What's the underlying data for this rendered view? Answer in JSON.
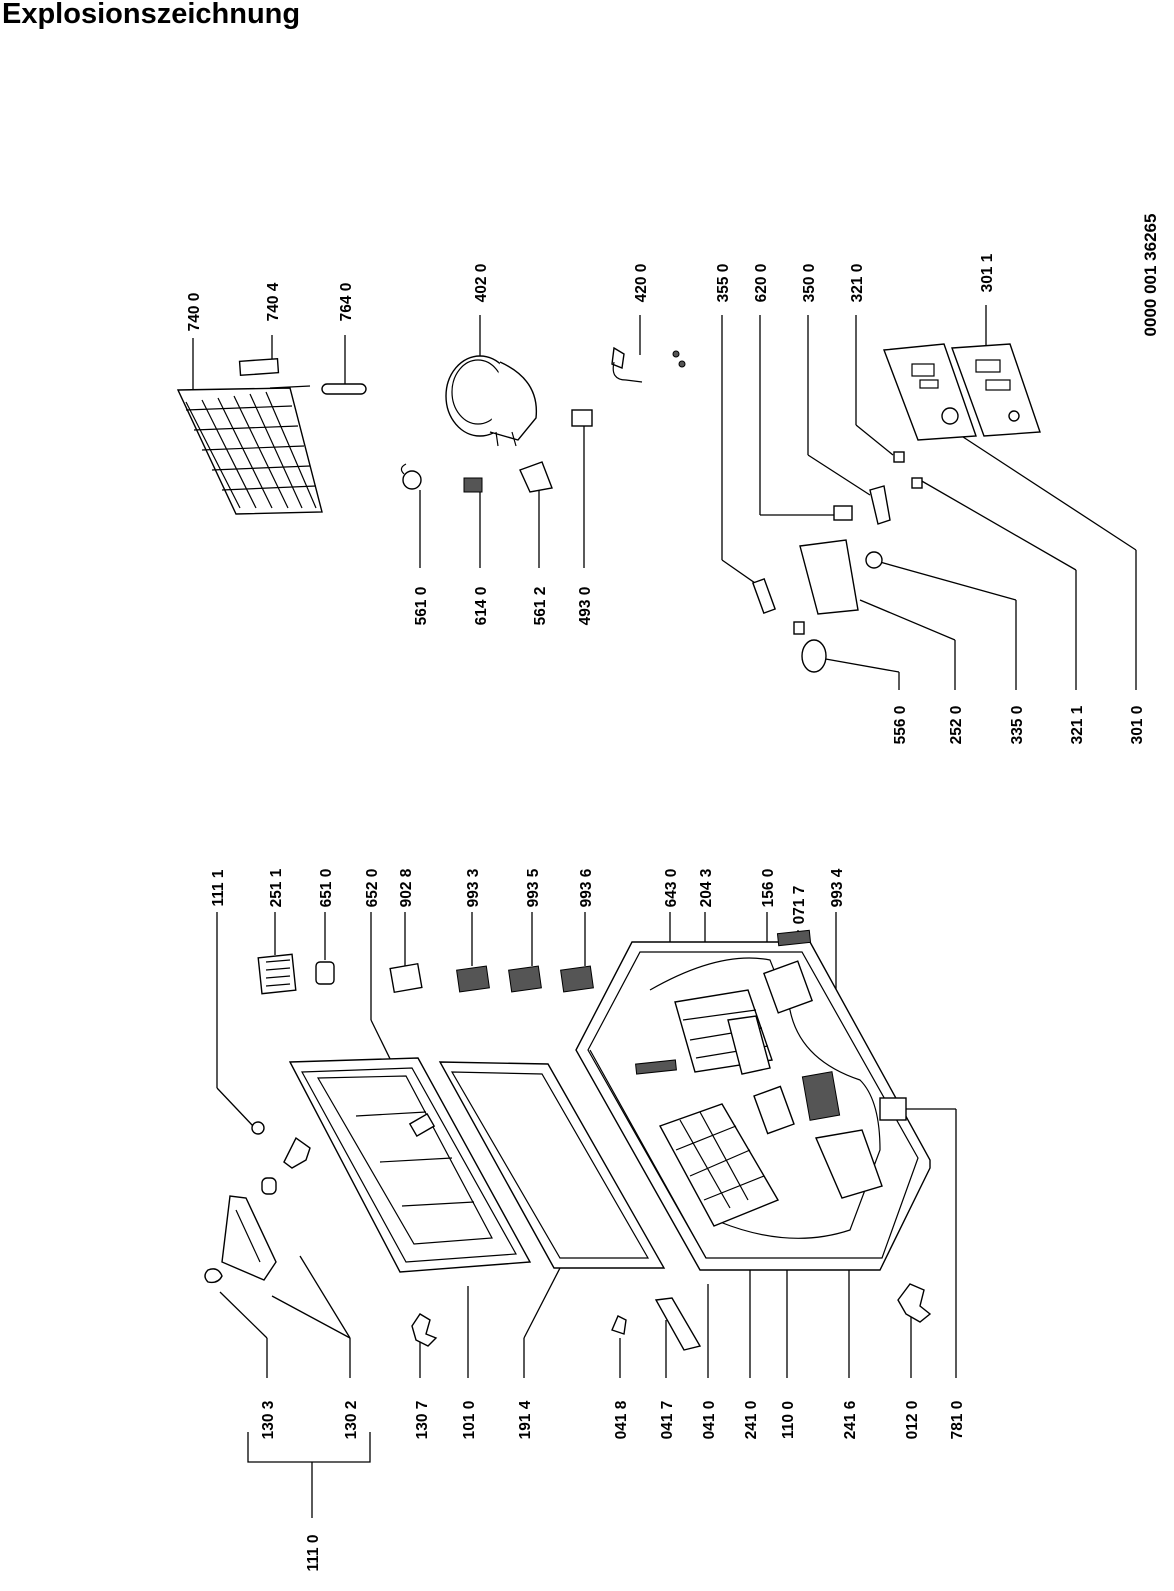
{
  "title": "Explosionszeichnung",
  "document_number": "0000 001 36265",
  "group_label": "111 0",
  "labels": {
    "l1303": "130 3",
    "l1302": "130 2",
    "l1307": "130 7",
    "l1010": "101 0",
    "l1914": "191 4",
    "l0418": "041 8",
    "l0417": "041 7",
    "l0410": "041 0",
    "l2410": "241 0",
    "l1100": "110 0",
    "l2416": "241 6",
    "l0120": "012 0",
    "l7810": "781 0",
    "l1111": "111 1",
    "l2511": "251 1",
    "l6510": "651 0",
    "l6520": "652 0",
    "l9028": "902 8",
    "l9933": "993 3",
    "l9935": "993 5",
    "l9936": "993 6",
    "l6430": "643 0",
    "l2043": "204 3",
    "l1560": "156 0",
    "l0717": "071 7",
    "l9934": "993 4",
    "l7400": "740 0",
    "l7404": "740 4",
    "l7640": "764 0",
    "l4020": "402 0",
    "l4200": "420 0",
    "l3550": "355 0",
    "l6200": "620 0",
    "l3500": "350 0",
    "l3210": "321 0",
    "l3011": "301 1",
    "l5610": "561 0",
    "l6140": "614 0",
    "l5612": "561 2",
    "l4930": "493 0",
    "l5560": "556 0",
    "l2520": "252 0",
    "l3350": "335 0",
    "l3211": "321 1",
    "l3010": "301 0"
  }
}
